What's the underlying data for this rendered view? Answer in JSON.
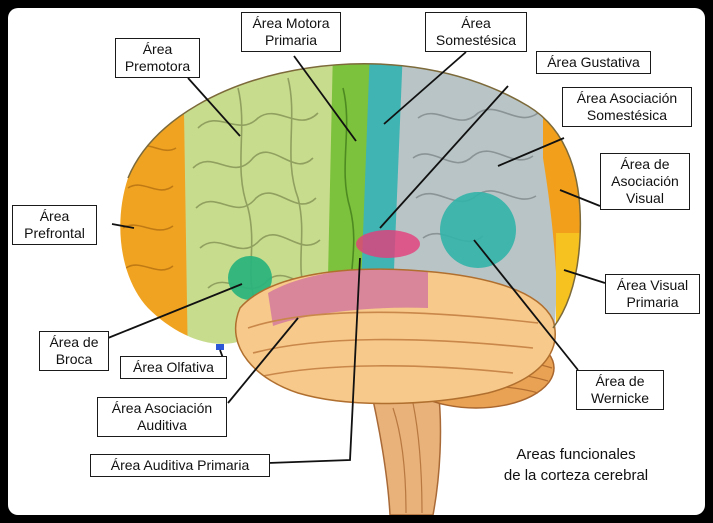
{
  "labels": {
    "premotora": "Área\nPremotora",
    "motora": "Área Motora\nPrimaria",
    "somestesica": "Área\nSomestésica",
    "gustativa": "Área Gustativa",
    "asoc_somestesica": "Área Asociación\nSomestésica",
    "asoc_visual": "Área de\nAsociación\nVisual",
    "prefrontal": "Área\nPrefrontal",
    "visual_primaria": "Área Visual\nPrimaria",
    "broca": "Área de\nBroca",
    "olfativa": "Área Olfativa",
    "wernicke": "Área de\nWernicke",
    "asoc_auditiva": "Área Asociación\nAuditiva",
    "auditiva_primaria": "Área Auditiva Primaria"
  },
  "caption": {
    "line1": "Areas funcionales",
    "line2": "de la corteza cerebral"
  },
  "colors": {
    "prefrontal": "#f0a321",
    "premotora": "#c8dc8e",
    "motora": "#7dc23c",
    "somestesica": "#3fb4b2",
    "asociacion_somestesica": "#b9c4c6",
    "asociacion_visual": "#f2a01c",
    "visual_primaria": "#f5c21f",
    "temporal": "#f7c98a",
    "auditiva": "#d9869a",
    "broca": "#2db37c",
    "wernicke": "#32b4a8",
    "cerebellum": "#e9a253",
    "brainstem": "#e8b27a"
  }
}
